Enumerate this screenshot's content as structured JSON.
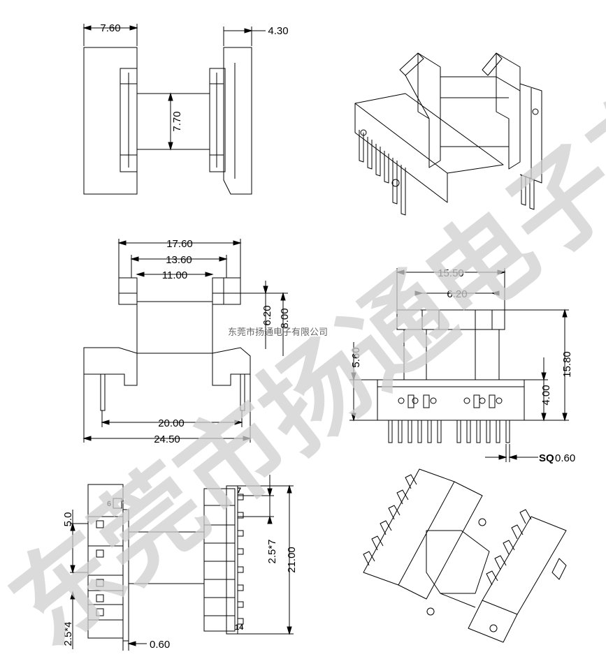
{
  "dimensions": {
    "d760": "7.60",
    "d430": "4.30",
    "d770": "7.70",
    "d1760": "17.60",
    "d1360": "13.60",
    "d1100": "11.00",
    "d620v": "6.20",
    "d800": "8.00",
    "d2000": "20.00",
    "d2450": "24.50",
    "d1550": "15.50",
    "d620h": "6.20",
    "d560": "5.60",
    "d1580": "15.80",
    "d400": "4.00",
    "sq_prefix": "SQ",
    "sq_value": "0.60",
    "d50": "5.0",
    "d25x4": "2.5*4",
    "d060": "0.60",
    "d25x7": "2.5*7",
    "d2100": "21.00"
  },
  "pins": {
    "pin6": "6",
    "pin7": "7",
    "pin14": "14"
  },
  "watermark": {
    "small": "东莞市扬通电子有限公司",
    "large": "东莞市扬通电子有限公司"
  },
  "colors": {
    "line": "#000000",
    "watermark": "#cfcfcf"
  }
}
